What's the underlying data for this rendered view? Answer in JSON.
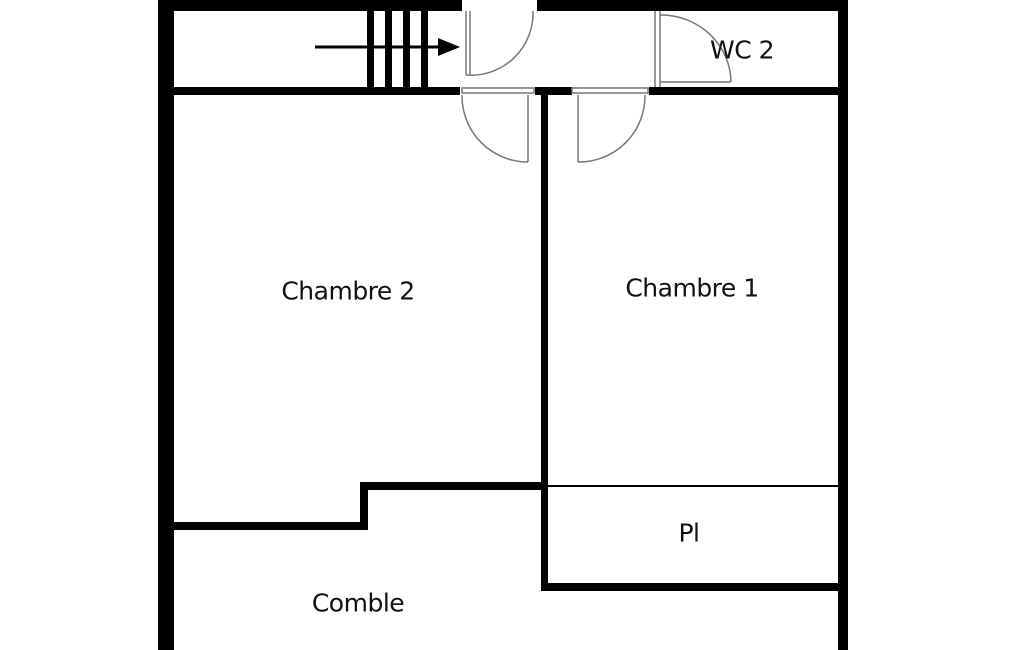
{
  "rooms": {
    "wc2": "WC 2",
    "chambre2": "Chambre 2",
    "chambre1": "Chambre 1",
    "pl": "Pl",
    "comble": "Comble"
  },
  "colors": {
    "wall": "#000000",
    "door": "#888888",
    "background": "#ffffff"
  }
}
